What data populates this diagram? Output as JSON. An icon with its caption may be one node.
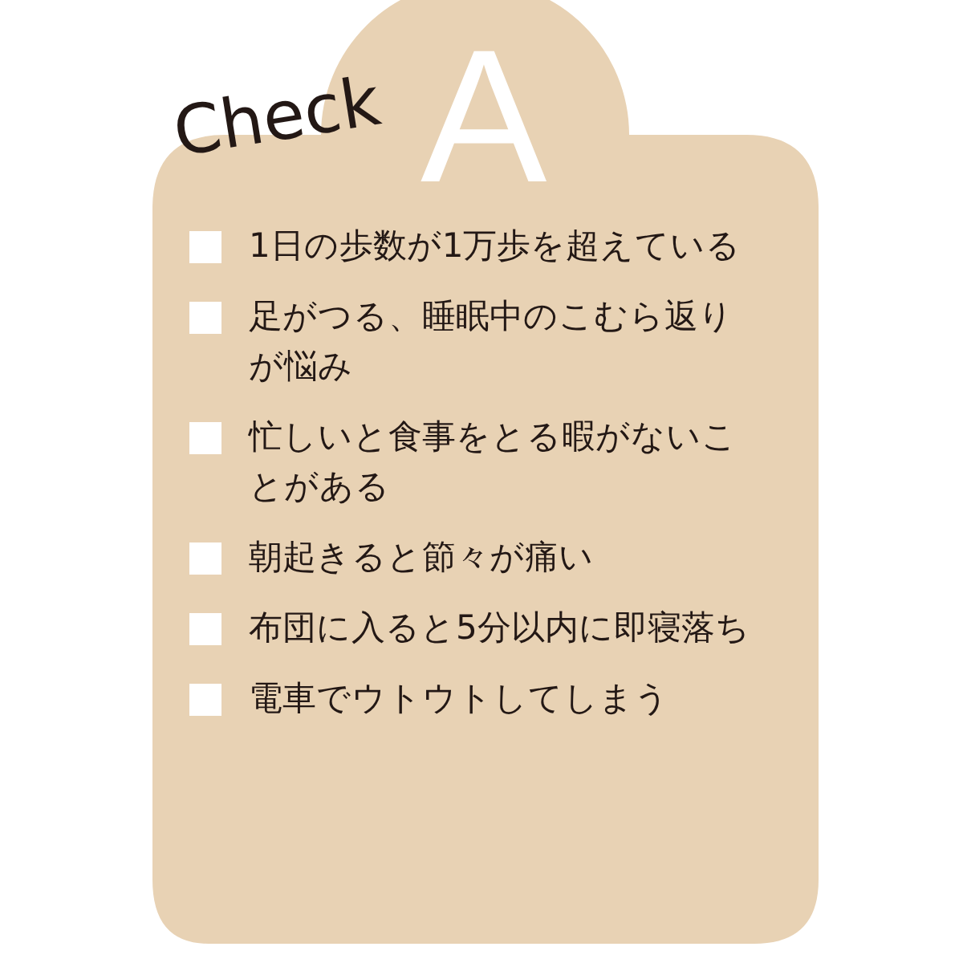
{
  "diagram": {
    "nodes": [
      {
        "text": [
          "Check",
          "A"
        ]
      }
    ],
    "labels": [
      "1日の歩数が1万歩を超えている",
      "足がつる、睡眠中のこむら返りが悩み",
      "忙しいと食事をとる暇がないことがある",
      "朝起きると節々が痛い",
      "布団に入ると5分以内に即寝落ち",
      "電車でウトウトしてしまう"
    ]
  }
}
